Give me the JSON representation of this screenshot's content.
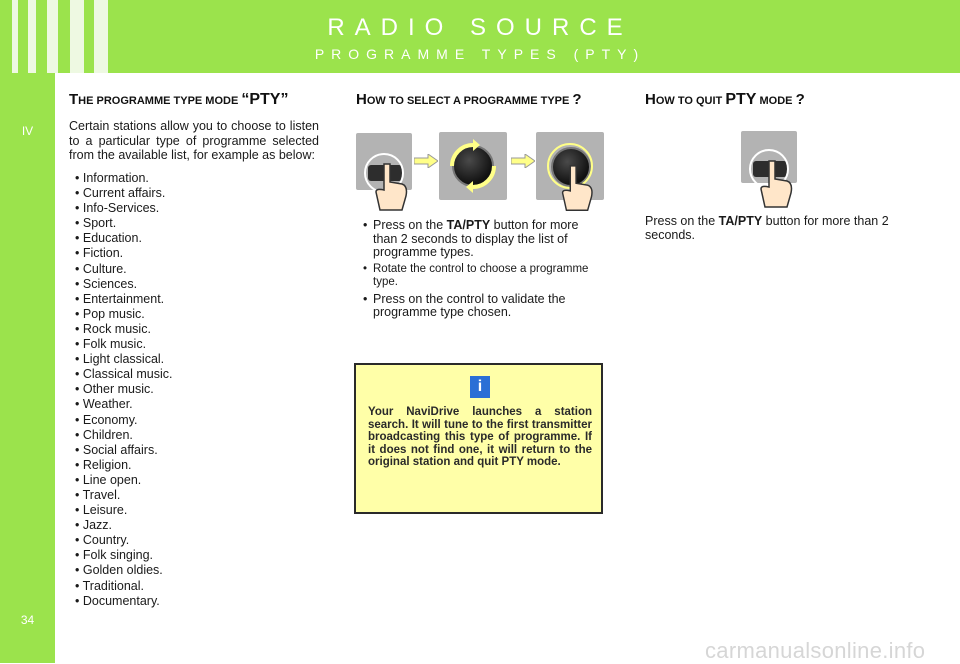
{
  "header": {
    "title": "RADIO SOURCE",
    "subtitle": "PROGRAMME TYPES (PTY)"
  },
  "sidebar": {
    "chapter": "IV",
    "page_number": "34"
  },
  "section1": {
    "heading_first": "T",
    "heading_sc": "HE PROGRAMME TYPE MODE ",
    "heading_big": "“PTY”",
    "intro": "Certain stations allow you to choose to listen to a particular type of programme selected from the available list, for example as below:",
    "types": [
      "Information.",
      "Current affairs.",
      "Info-Services.",
      "Sport.",
      "Education.",
      "Fiction.",
      "Culture.",
      "Sciences.",
      "Entertainment.",
      "Pop music.",
      "Rock music.",
      "Folk music.",
      "Light classical.",
      "Classical music.",
      "Other music.",
      "Weather.",
      "Economy.",
      "Children.",
      "Social affairs.",
      "Religion.",
      "Line open.",
      "Travel.",
      "Leisure.",
      "Jazz.",
      "Country.",
      "Folk singing.",
      "Golden oldies.",
      "Traditional.",
      "Documentary."
    ]
  },
  "section2": {
    "heading_first": "H",
    "heading_sc": "OW TO SELECT A PROGRAMME TYPE ",
    "heading_end": "?",
    "step1_pre": "Press on the ",
    "step1_bold": "TA/PTY",
    "step1_post": " button for more than 2 seconds to display the list of programme types.",
    "step2": "Rotate the control to choose a programme type.",
    "step3": "Press on the control to validate the programme type chosen."
  },
  "info": {
    "icon": "info-icon",
    "text": "Your NaviDrive launches a station search. It will tune to the first transmitter broadcasting this type of programme. If it does not find one, it will return to the original station and quit PTY mode."
  },
  "section3": {
    "heading_first": "H",
    "heading_sc": "OW TO QUIT ",
    "heading_big": "PTY",
    "heading_sc2": " MODE ",
    "heading_end": "?",
    "text_pre": "Press on the ",
    "text_bold": "TA/PTY",
    "text_post": " button for more than 2 seconds."
  },
  "footer": {
    "watermark": "carmanualsonline.info"
  },
  "colors": {
    "accent": "#9be34c",
    "info_bg": "#ffffa8",
    "info_icon": "#2b6fd6"
  }
}
